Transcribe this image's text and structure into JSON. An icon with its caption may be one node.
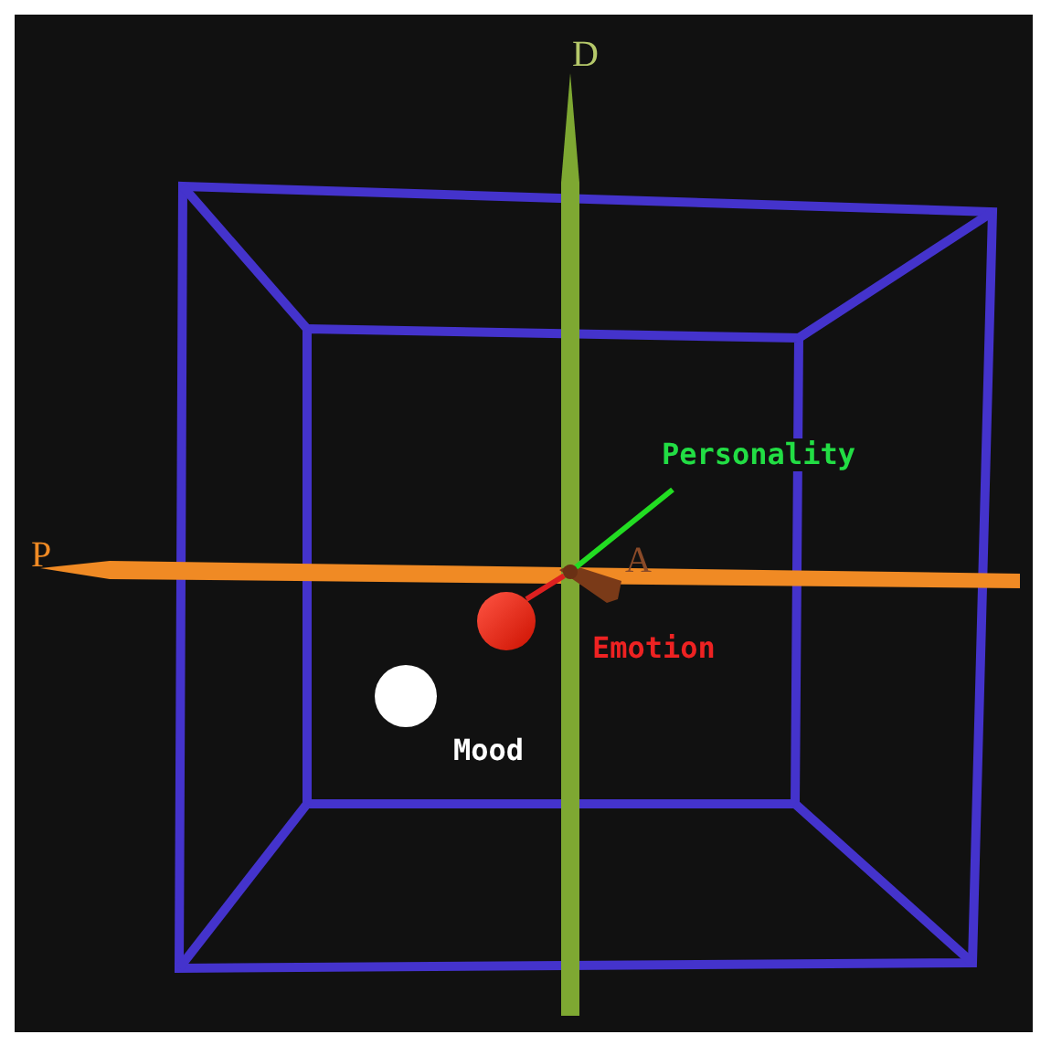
{
  "diagram": {
    "nodes": [
      {
        "text": [
          "Personality"
        ]
      },
      {
        "text": [
          "Emotion"
        ]
      },
      {
        "text": [
          "Mood"
        ]
      },
      {
        "text": [],
        "shape": "circle"
      }
    ],
    "edges": [
      {
        "from": 0,
        "to": 3,
        "arrow": "none",
        "color": "#22dd22"
      },
      {
        "from": 3,
        "to": 1,
        "arrow": "none",
        "color": "#dd2020"
      }
    ],
    "labels": [
      "D",
      "P",
      "A"
    ]
  }
}
